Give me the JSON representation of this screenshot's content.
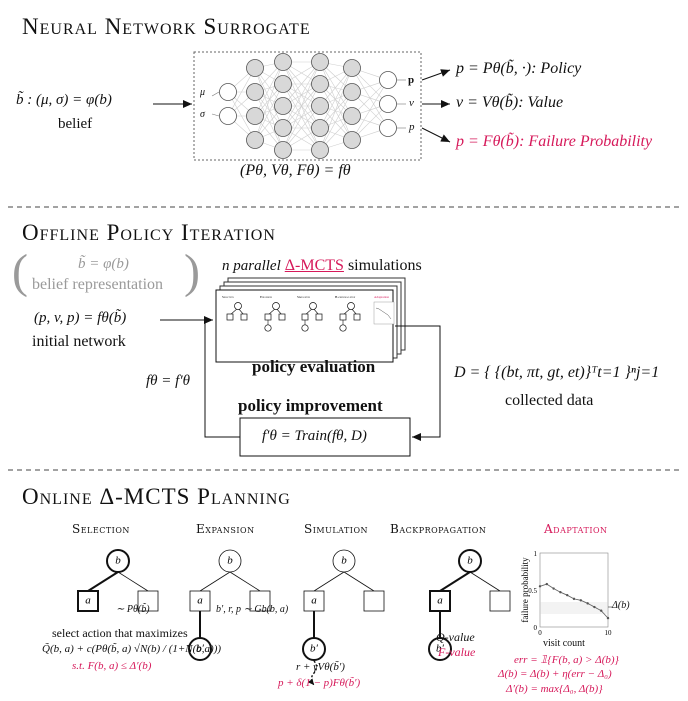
{
  "sections": {
    "surrogate": "Neural Network Surrogate",
    "offline": "Offline Policy Iteration",
    "online": "Online Δ-MCTS Planning"
  },
  "surrogate": {
    "belief_math": "b̃ : (μ, σ) = φ(b)",
    "belief_label": "belief",
    "in_mu": "μ",
    "in_sigma": "σ",
    "out_p": "p",
    "out_v": "v",
    "out_fp": "p",
    "net_caption": "(Pθ, Vθ, Fθ) = fθ",
    "policy_out": "p = Pθ(b̃, ·): Policy",
    "value_out": "v = Vθ(b̃): Value",
    "failure_out": "p = Fθ(b̃): Failure Probability"
  },
  "offline": {
    "belief_repr_math": "b̃ = φ(b)",
    "belief_repr_label": "belief representation",
    "init_net_math": "(p, v, p) = fθ(b̃)",
    "init_net_label": "initial network",
    "sims_label_pre": "n parallel",
    "sims_label_red": "Δ-MCTS",
    "sims_label_post": "simulations",
    "eval_label": "policy evaluation",
    "improve_label": "policy improvement",
    "train_math": "f′θ = Train(fθ, D)",
    "update_math": "fθ = f′θ",
    "data_math": "D = { {(bt, πt, gt, et)}ᵀt=1 }ⁿj=1",
    "data_label": "collected data",
    "mini_labels": [
      "Selection",
      "Expansion",
      "Simulation",
      "Backpropagation",
      "Adaptation"
    ]
  },
  "online": {
    "steps": [
      "Selection",
      "Expansion",
      "Simulation",
      "Backpropagation",
      "Adaptation"
    ],
    "node_b": "b",
    "node_a": "a",
    "node_bprime": "b′",
    "selection_prior": "∼ Pθ(b̃)",
    "selection_text": "select action that maximizes",
    "selection_formula": "Q̃(b, a) + c(Pθ(b̃, a) √N(b) / (1+N(b,a)))",
    "selection_constraint": "s.t. F(b, a) ≤ Δ′(b)",
    "expansion_text": "b′, r, p ∼ Gb(b, a)",
    "simulation_value": "r + γVθ(b̃′)",
    "simulation_failure": "p + δ(1 − p)Fθ(b̃′)",
    "backprop_q": "Q-value",
    "backprop_f": "F-value",
    "chart_threshold": "Δ(b)",
    "adapt_err": "err = 𝟙{F(b, a) > Δ(b)}",
    "adapt_delta": "Δ(b) = Δ(b) + η(err − Δ₀)",
    "adapt_deltaprime": "Δ′(b) = max{Δ₀, Δ(b)}"
  },
  "chart_data": {
    "type": "line",
    "title": "",
    "xlabel": "visit count",
    "ylabel": "failure probability",
    "xlim": [
      0,
      10
    ],
    "ylim": [
      0,
      1
    ],
    "x_ticks": [
      "0",
      "10"
    ],
    "y_ticks": [
      "0",
      "0.5",
      "1"
    ],
    "series": [
      {
        "x": [
          0,
          1,
          2,
          3,
          4,
          5,
          6,
          7,
          8,
          9,
          10
        ],
        "values": [
          0.55,
          0.58,
          0.52,
          0.47,
          0.43,
          0.38,
          0.36,
          0.32,
          0.27,
          0.22,
          0.12
        ]
      }
    ]
  },
  "colors": {
    "accent": "#d6195a",
    "grey": "#9a9a9a",
    "node_fill": "#d8d8d8"
  }
}
